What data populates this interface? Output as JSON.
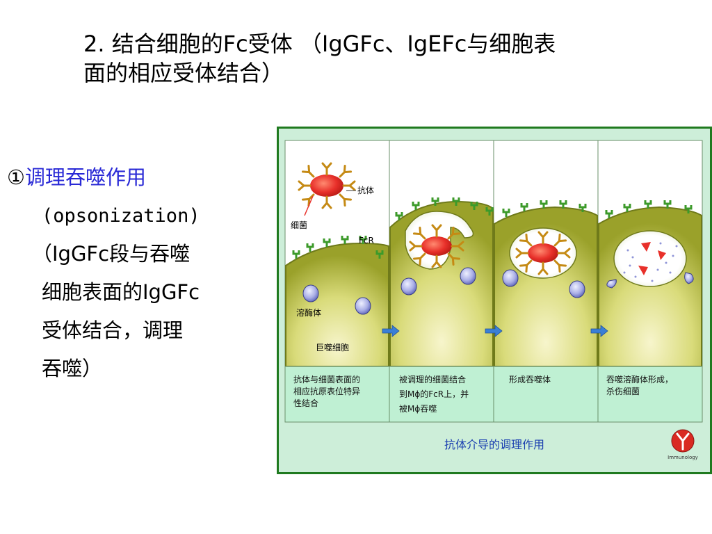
{
  "slide": {
    "title_line1": "2. 结合细胞的Fc受体 （IgGFc、IgEFc与细胞表",
    "title_line2": "面的相应受体结合）"
  },
  "left": {
    "marker": "①",
    "term": "调理吞噬作用",
    "english": "(opsonization)",
    "line3": "（IgGFc段与吞噬",
    "line4": "细胞表面的IgGFc",
    "line5": "受体结合，调理",
    "line6": "吞噬）"
  },
  "figure": {
    "labels": {
      "antibody": "抗体",
      "bacteria": "细菌",
      "fcr": "FcR",
      "lysosome": "溶酶体",
      "macrophage": "巨噬细胞"
    },
    "captions": [
      [
        "抗体与细菌表面的",
        "相应抗原表位特异",
        "性结合"
      ],
      [
        "被调理的细菌结合",
        "到Mϕ的FcR上，并",
        "被Mϕ吞噬"
      ],
      [
        "形成吞噬体"
      ],
      [
        "吞噬溶酶体形成，",
        "杀伤细菌"
      ]
    ],
    "footer_title": "抗体介导的调理作用",
    "logo_text": "Immunology",
    "colors": {
      "frame_green": "#1f7a1f",
      "panel_bg": "#c9f2dc",
      "cell_olive": "#b7bd3e",
      "bacteria_red": "#e8302a",
      "antibody_gold": "#d89a20",
      "receptor_green": "#3c9a2a",
      "lysosome_blue": "#8f95d8",
      "arrow_blue": "#3a7fd6",
      "footer_text": "#1a3fb0"
    }
  }
}
